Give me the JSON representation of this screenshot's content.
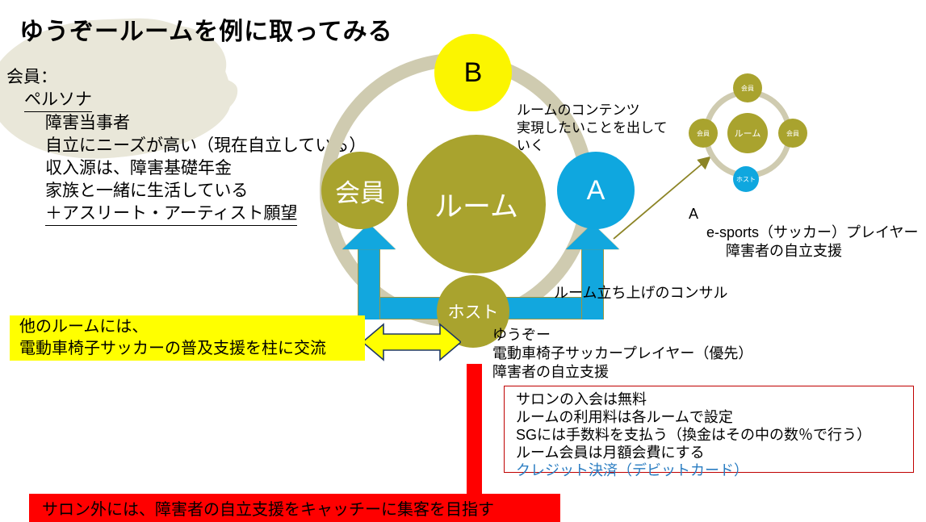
{
  "title": "ゆうぞールームを例に取ってみる",
  "persona": {
    "heading": "会員：",
    "subheading": "ペルソナ",
    "items": [
      "障害当事者",
      "自立にニーズが高い（現在自立している）",
      "収入源は、障害基礎年金",
      "家族と一緒に生活している",
      "＋アスリート・アーティスト願望"
    ]
  },
  "main_diagram": {
    "center_label": "ルーム",
    "node_top": "B",
    "node_left": "会員",
    "node_right": "A",
    "node_bottom": "ホスト"
  },
  "callouts": {
    "content": [
      "ルームのコンテンツ",
      "実現したいことを出して",
      "いく"
    ],
    "consul": "ルーム立ち上げのコンサル",
    "yuzo": [
      "ゆうぞー",
      "電動車椅子サッカープレイヤー（優先）",
      "障害者の自立支援"
    ]
  },
  "yellow_box": {
    "lines": [
      "他のルームには、",
      "電動車椅子サッカーの普及支援を柱に交流"
    ]
  },
  "info_box": {
    "lines": [
      "サロンの入会は無料",
      "ルームの利用料は各ルームで設定",
      "SGには手数料を支払う（換金はその中の数％で行う）",
      "ルーム会員は月額会費にする"
    ],
    "highlight_line": "クレジット決済（デビットカード）"
  },
  "red_banner": "サロン外には、障害者の自立支援をキャッチーに集客を目指す",
  "mini_diagram": {
    "center_label": "ルーム",
    "node_top": "会員",
    "node_left": "会員",
    "node_right": "会員",
    "node_bottom": "ホスト",
    "caption": [
      "A",
      "e-sports（サッカー）プレイヤー",
      "障害者の自立支援"
    ]
  },
  "colors": {
    "olive": "#A9A32E",
    "ring": "#CFCBB0",
    "blue": "#0FA7DF",
    "yellow": "#FBF500",
    "red": "#FF0000",
    "beige": "#E9E7D9",
    "link_blue": "#2A7DC2"
  }
}
